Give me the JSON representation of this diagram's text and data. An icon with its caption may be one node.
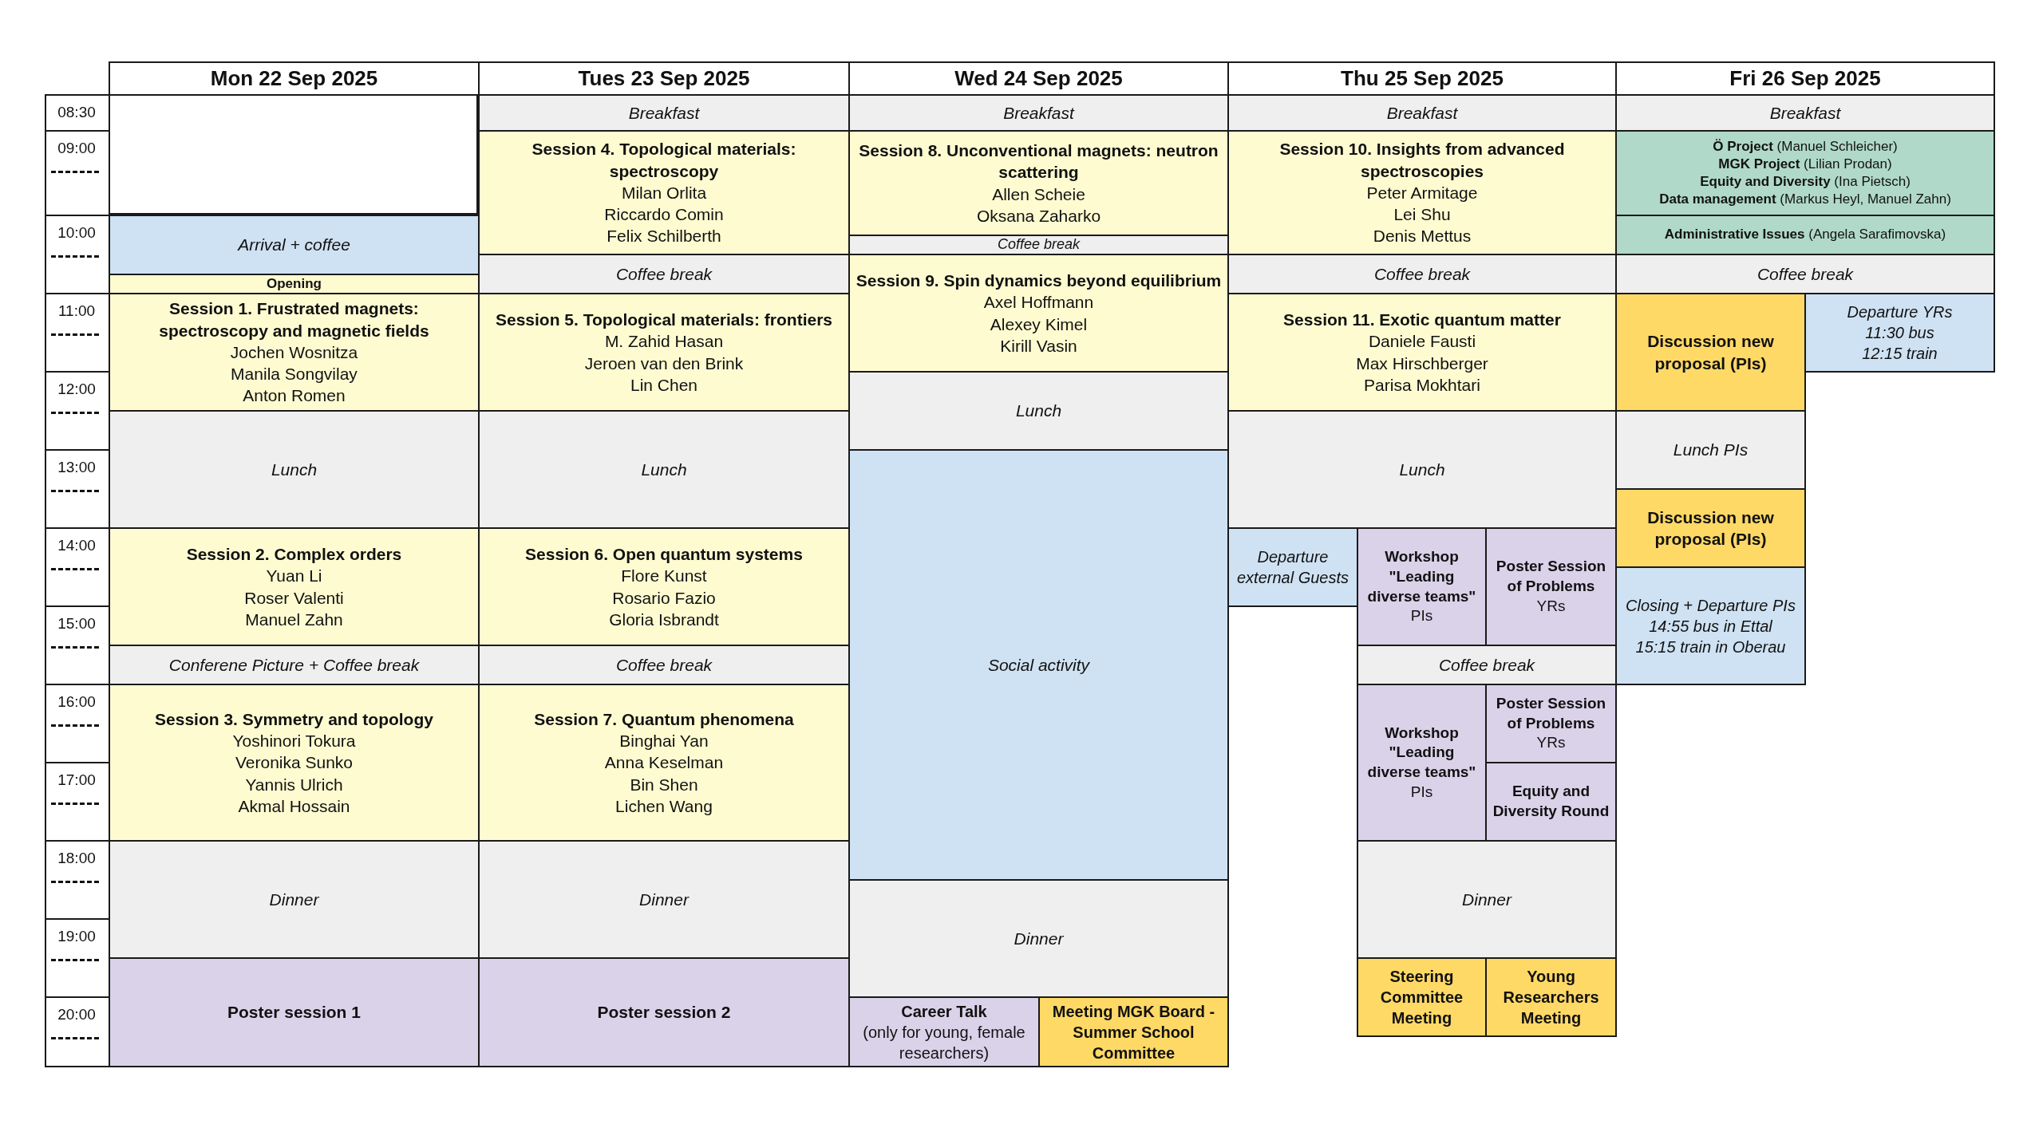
{
  "diagram": {
    "nodes": [
      {
        "text": [
          "Mon 22 Sep 2025"
        ]
      },
      {
        "text": [
          "Tues 23 Sep 2025"
        ]
      },
      {
        "text": [
          "Wed 24 Sep 2025"
        ]
      },
      {
        "text": [
          "Thu 25 Sep 2025"
        ]
      },
      {
        "text": [
          "Fri 26 Sep 2025"
        ]
      },
      {
        "text": [
          "Arrival + coffee"
        ]
      },
      {
        "text": [
          "Opening"
        ]
      },
      {
        "text": [
          "Session 1. Frustrated magnets: spectroscopy and magnetic fields",
          "Jochen Wosnitza",
          "Manila Songvilay",
          "Anton Romen"
        ]
      },
      {
        "text": [
          "Lunch"
        ]
      },
      {
        "text": [
          "Session 2. Complex orders",
          "Yuan Li",
          "Roser Valenti",
          "Manuel Zahn"
        ]
      },
      {
        "text": [
          "Conferene Picture + Coffee break"
        ]
      },
      {
        "text": [
          "Session 3. Symmetry and topology",
          "Yoshinori Tokura",
          "Veronika Sunko",
          "Yannis Ulrich",
          "Akmal Hossain"
        ]
      },
      {
        "text": [
          "Dinner"
        ]
      },
      {
        "text": [
          "Poster session 1"
        ]
      },
      {
        "text": [
          "Breakfast"
        ]
      },
      {
        "text": [
          "Session 4. Topological materials: spectroscopy",
          "Milan Orlita",
          "Riccardo Comin",
          "Felix Schilberth"
        ]
      },
      {
        "text": [
          "Coffee break"
        ]
      },
      {
        "text": [
          "Session 5. Topological materials: frontiers",
          "M. Zahid Hasan",
          "Jeroen van den Brink",
          "Lin Chen"
        ]
      },
      {
        "text": [
          "Lunch"
        ]
      },
      {
        "text": [
          "Session 6. Open quantum systems",
          "Flore Kunst",
          "Rosario Fazio",
          "Gloria Isbrandt"
        ]
      },
      {
        "text": [
          "Coffee break"
        ]
      },
      {
        "text": [
          "Session 7. Quantum phenomena",
          "Binghai Yan",
          "Anna Keselman",
          "Bin Shen",
          "Lichen Wang"
        ]
      },
      {
        "text": [
          "Dinner"
        ]
      },
      {
        "text": [
          "Poster session 2"
        ]
      },
      {
        "text": [
          "Breakfast"
        ]
      },
      {
        "text": [
          "Session 8. Unconventional magnets: neutron scattering",
          "Allen Scheie",
          "Oksana Zaharko"
        ]
      },
      {
        "text": [
          "Coffee break"
        ]
      },
      {
        "text": [
          "Session 9. Spin dynamics beyond equilibrium",
          "Axel Hoffmann",
          "Alexey Kimel",
          "Kirill Vasin"
        ]
      },
      {
        "text": [
          "Lunch"
        ]
      },
      {
        "text": [
          "Social activity"
        ]
      },
      {
        "text": [
          "Dinner"
        ]
      },
      {
        "text": [
          "Career Talk",
          "(only for young, female researchers)"
        ]
      },
      {
        "text": [
          "Meeting MGK Board - Summer School Committee"
        ]
      },
      {
        "text": [
          "Breakfast"
        ]
      },
      {
        "text": [
          "Session 10. Insights from advanced spectroscopies",
          "Peter Armitage",
          "Lei Shu",
          "Denis Mettus"
        ]
      },
      {
        "text": [
          "Coffee break"
        ]
      },
      {
        "text": [
          "Session 11. Exotic quantum matter",
          "Daniele Fausti",
          "Max Hirschberger",
          "Parisa Mokhtari"
        ]
      },
      {
        "text": [
          "Lunch"
        ]
      },
      {
        "text": [
          "Departure external Guests"
        ]
      },
      {
        "text": [
          "Workshop \"Leading diverse teams\"",
          "PIs"
        ]
      },
      {
        "text": [
          "Poster Session of Problems",
          "YRs"
        ]
      },
      {
        "text": [
          "Coffee break"
        ]
      },
      {
        "text": [
          "Workshop \"Leading diverse teams\"",
          "PIs"
        ]
      },
      {
        "text": [
          "Poster Session of Problems",
          "YRs"
        ]
      },
      {
        "text": [
          "Equity and Diversity Round"
        ]
      },
      {
        "text": [
          "Dinner"
        ]
      },
      {
        "text": [
          "Steering Committee Meeting"
        ]
      },
      {
        "text": [
          "Young Researchers Meeting"
        ]
      },
      {
        "text": [
          "Breakfast"
        ]
      },
      {
        "text": [
          "**Ö Project** (Manuel Schleicher)",
          "**MGK Project** (Lilian Prodan)",
          "**Equity and Diversity** (Ina Pietsch)",
          "**Data management** (Markus Heyl, Manuel Zahn)"
        ]
      },
      {
        "text": [
          "**Administrative Issues** (Angela Sarafimovska)"
        ]
      },
      {
        "text": [
          "Coffee break"
        ]
      },
      {
        "text": [
          "Discussion new proposal (PIs)"
        ]
      },
      {
        "text": [
          "Departure YRs",
          "11:30 bus",
          "12:15 train"
        ]
      },
      {
        "text": [
          "Lunch PIs"
        ]
      },
      {
        "text": [
          "Discussion new proposal (PIs)"
        ]
      },
      {
        "text": [
          "Closing + Departure PIs",
          "14:55 bus in Ettal",
          "15:15 train in Oberau"
        ]
      },
      {
        "text": [
          "08:30"
        ]
      },
      {
        "text": [
          "09:00"
        ]
      },
      {
        "text": [
          "10:00"
        ]
      },
      {
        "text": [
          "11:00"
        ]
      },
      {
        "text": [
          "12:00"
        ]
      },
      {
        "text": [
          "13:00"
        ]
      },
      {
        "text": [
          "14:00"
        ]
      },
      {
        "text": [
          "15:00"
        ]
      },
      {
        "text": [
          "16:00"
        ]
      },
      {
        "text": [
          "17:00"
        ]
      },
      {
        "text": [
          "18:00"
        ]
      },
      {
        "text": [
          "19:00"
        ]
      },
      {
        "text": [
          "20:00"
        ]
      }
    ]
  }
}
